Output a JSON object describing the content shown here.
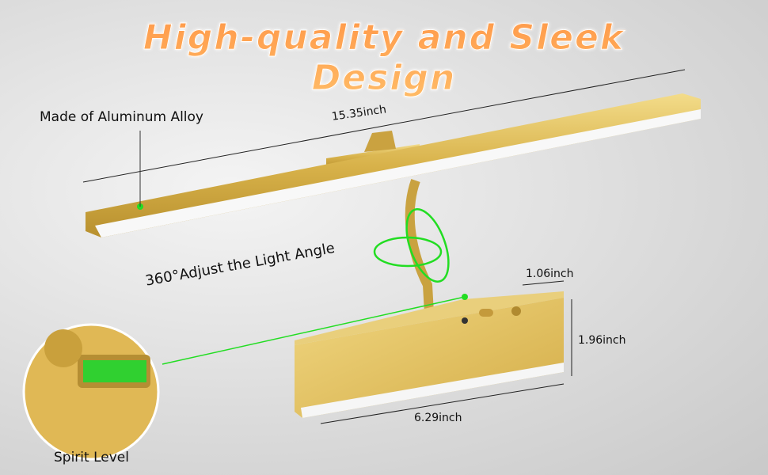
{
  "title": "High-quality and Sleek Design",
  "labels": {
    "material": "Made of Aluminum Alloy",
    "adjust": "360°Adjust the Light Angle",
    "spirit_level": "Spirit Level"
  },
  "dimensions": {
    "bar_length": "15.35inch",
    "box_depth": "1.06inch",
    "box_height": "1.96inch",
    "box_width": "6.29inch"
  },
  "colors": {
    "gold": "#d8b24a",
    "accent_green": "#22dd22",
    "title_orange": "#ffa95a"
  }
}
